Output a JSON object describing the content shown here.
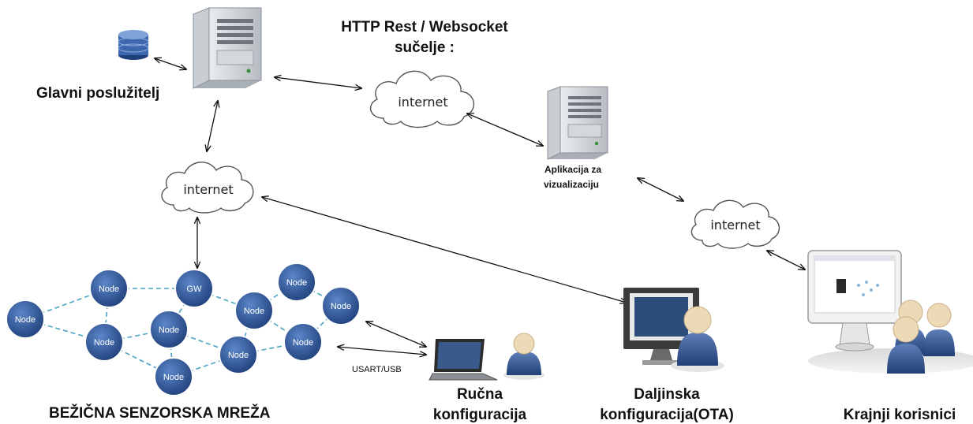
{
  "labels": {
    "main_server": "Glavni poslužitelj",
    "api_line1": "HTTP Rest / Websocket",
    "api_line2": "sučelje :",
    "vis_line1": "Aplikacija za",
    "vis_line2": "vizualizaciju",
    "wsn": "BEŽIČNA SENZORSKA MREŽA",
    "manual_line1": "Ručna",
    "manual_line2": "konfiguracija",
    "remote_line1": "Daljinska",
    "remote_line2": "konfiguracija(OTA)",
    "end_users": "Krajnji korisnici",
    "usart": "USART/USB"
  },
  "clouds": {
    "cloud1": "internet",
    "cloud2": "internet",
    "cloud3": "internet"
  },
  "nodes": {
    "n1": "Node",
    "n2": "Node",
    "n3": "GW",
    "n4": "Node",
    "n5": "Node",
    "n6": "Node",
    "n7": "Node",
    "n8": "Node",
    "n9": "Node",
    "n10": "Node",
    "n11": "Node"
  },
  "colors": {
    "node_fill": "#2f5597",
    "mesh_line": "#4aa3c2",
    "screen": "#2c4c7a"
  }
}
